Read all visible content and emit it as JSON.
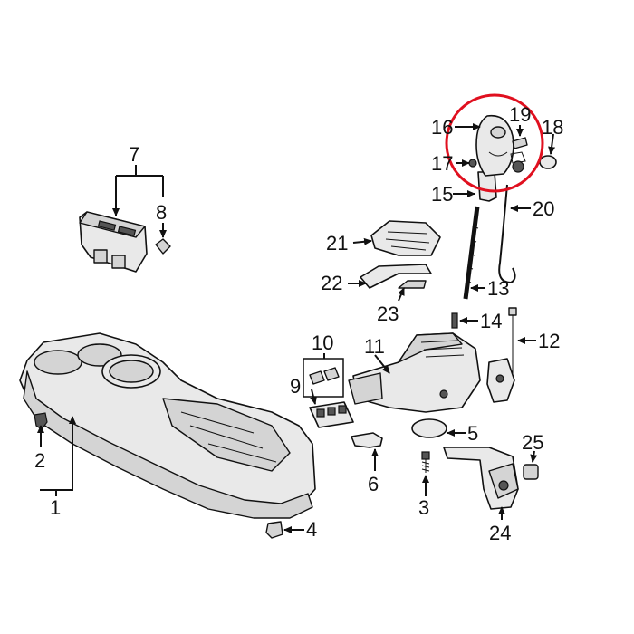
{
  "diagram": {
    "highlight_color": "#e0101f",
    "labels": {
      "p1": "1",
      "p2": "2",
      "p3": "3",
      "p4": "4",
      "p5": "5",
      "p6": "6",
      "p7": "7",
      "p8": "8",
      "p9": "9",
      "p10": "10",
      "p11": "11",
      "p12": "12",
      "p13": "13",
      "p14": "14",
      "p15": "15",
      "p16": "16",
      "p17": "17",
      "p18": "18",
      "p19": "19",
      "p20": "20",
      "p21": "21",
      "p22": "22",
      "p23": "23",
      "p24": "24",
      "p25": "25"
    }
  }
}
